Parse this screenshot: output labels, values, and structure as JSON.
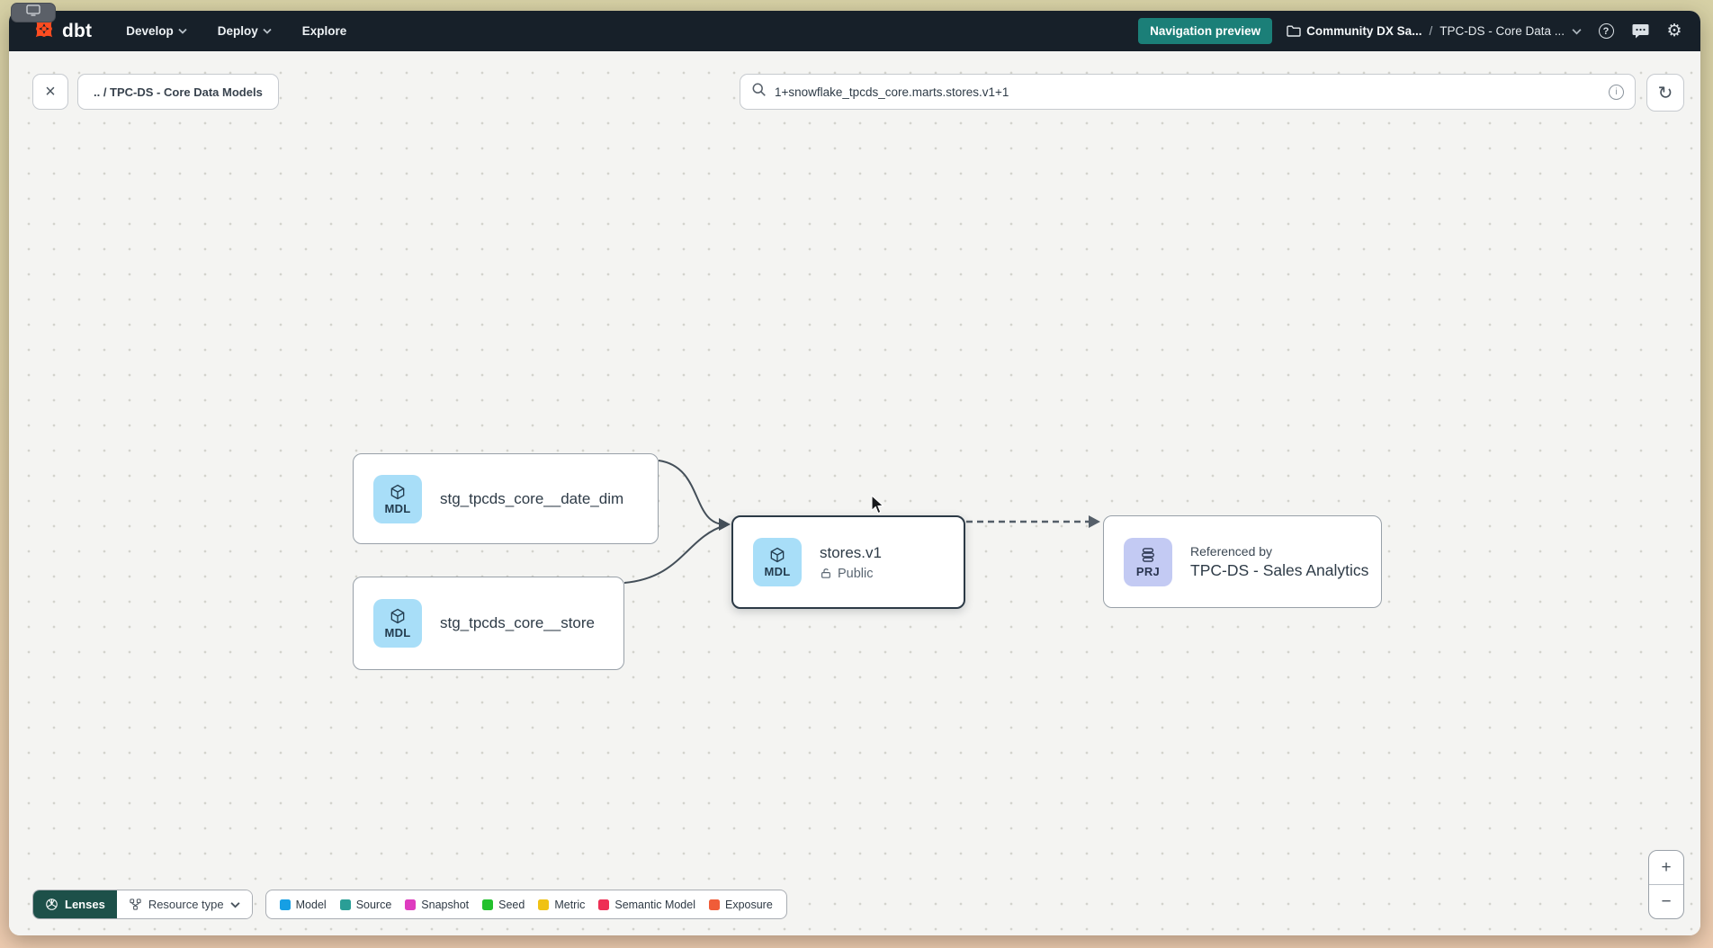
{
  "window": {
    "share_indicator": "screen-share-indicator"
  },
  "navbar": {
    "logo_text": "dbt",
    "menus": [
      {
        "label": "Develop",
        "has_chevron": true
      },
      {
        "label": "Deploy",
        "has_chevron": true
      },
      {
        "label": "Explore",
        "has_chevron": false
      }
    ],
    "preview_badge": "Navigation preview",
    "breadcrumb": {
      "project": "Community DX Sa...",
      "separator": "/",
      "section": "TPC-DS - Core Data ..."
    },
    "help_glyph": "?",
    "gear_glyph": "⚙"
  },
  "toolbar": {
    "close_glyph": "×",
    "path_chip": ".. / TPC-DS - Core Data Models",
    "search_value": "1+snowflake_tpcds_core.marts.stores.v1+1",
    "info_glyph": "i",
    "refresh_glyph": "↻"
  },
  "graph": {
    "nodes": [
      {
        "badge": "MDL",
        "label": "stg_tpcds_core__date_dim"
      },
      {
        "badge": "MDL",
        "label": "stg_tpcds_core__store"
      },
      {
        "badge": "MDL",
        "label": "stores.v1",
        "access": "Public",
        "selected": true
      },
      {
        "badge": "PRJ",
        "kicker": "Referenced by",
        "label": "TPC-DS - Sales Analytics"
      }
    ],
    "edge_color": "#444f59",
    "badge_mdl_bg": "#a8def8",
    "badge_prj_bg": "#c3caf3"
  },
  "footer": {
    "lenses_label": "Lenses",
    "resource_type_label": "Resource type",
    "legend": [
      {
        "label": "Model",
        "color": "#169fe4"
      },
      {
        "label": "Source",
        "color": "#2a9e96"
      },
      {
        "label": "Snapshot",
        "color": "#de3cbf"
      },
      {
        "label": "Seed",
        "color": "#23c12d"
      },
      {
        "label": "Metric",
        "color": "#f0c214"
      },
      {
        "label": "Semantic Model",
        "color": "#ee2f55"
      },
      {
        "label": "Exposure",
        "color": "#f05c38"
      }
    ]
  },
  "zoom_controls": {
    "zoom_in": "+",
    "zoom_out": "−"
  },
  "colors": {
    "navbar_bg": "#172029",
    "preview_teal": "#1b7f78",
    "lenses_teal": "#1d5049",
    "canvas_bg": "#f4f4f2",
    "accent_orange": "#ff4c20"
  }
}
